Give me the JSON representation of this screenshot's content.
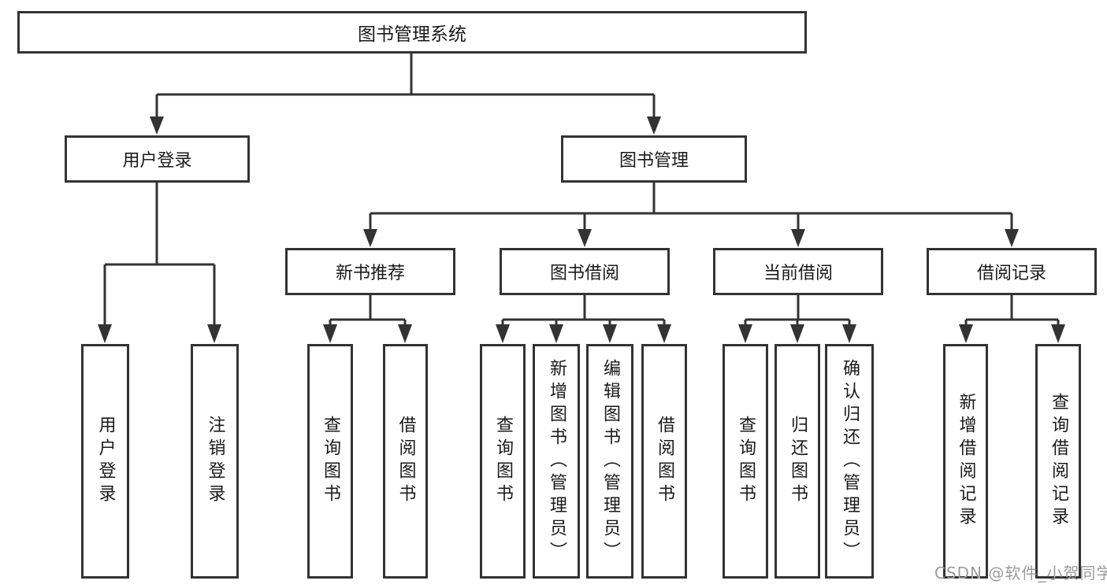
{
  "colors": {
    "line": "#333333",
    "node_border": "#333333",
    "node_text": "#1a1a1a",
    "background": "#ffffff",
    "watermark_text": "#9c9c9c"
  },
  "watermark": "CSDN @软件_小贺同学",
  "tree": {
    "label": "图书管理系统",
    "children": [
      {
        "label": "用户登录",
        "children": [
          {
            "label": "用户登录"
          },
          {
            "label": "注销登录"
          }
        ]
      },
      {
        "label": "图书管理",
        "children": [
          {
            "label": "新书推荐",
            "children": [
              {
                "label": "查询图书"
              },
              {
                "label": "借阅图书"
              }
            ]
          },
          {
            "label": "图书借阅",
            "children": [
              {
                "label": "查询图书"
              },
              {
                "label": "新增图书（管理员）"
              },
              {
                "label": "编辑图书（管理员）"
              },
              {
                "label": "借阅图书"
              }
            ]
          },
          {
            "label": "当前借阅",
            "children": [
              {
                "label": "查询图书"
              },
              {
                "label": "归还图书"
              },
              {
                "label": "确认归还（管理员）"
              }
            ]
          },
          {
            "label": "借阅记录",
            "children": [
              {
                "label": "新增借阅记录"
              },
              {
                "label": "查询借阅记录"
              }
            ]
          }
        ]
      }
    ]
  }
}
